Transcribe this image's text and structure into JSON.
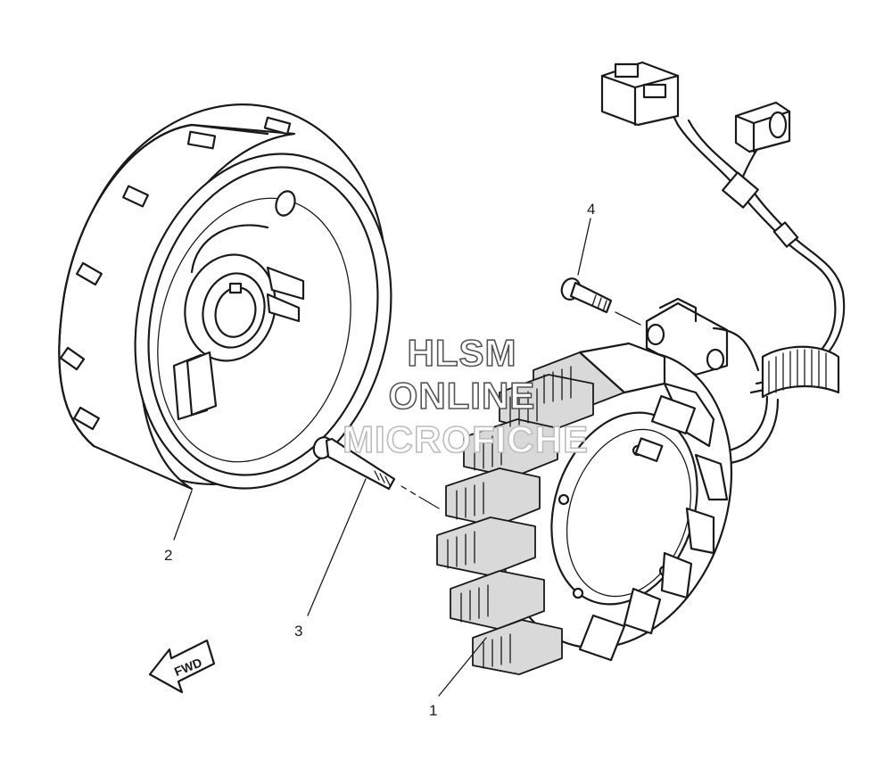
{
  "callouts": [
    {
      "id": "1",
      "label": "1"
    },
    {
      "id": "2",
      "label": "2"
    },
    {
      "id": "3",
      "label": "3"
    },
    {
      "id": "4",
      "label": "4"
    }
  ],
  "direction_arrow": {
    "label": "FWD"
  },
  "watermark": {
    "line1": "HLSM",
    "line2": "ONLINE",
    "line3": "MICROFICHE"
  },
  "colors": {
    "ink": "#1a1a1a",
    "background": "#ffffff",
    "watermark": "#555555"
  }
}
